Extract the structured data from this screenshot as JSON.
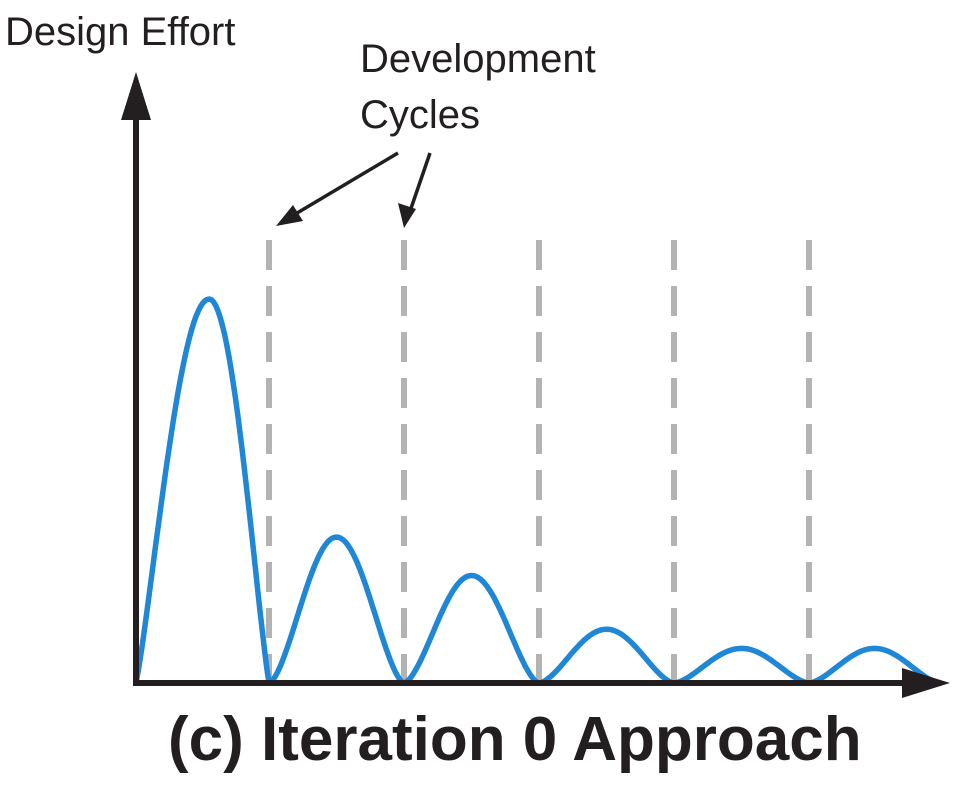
{
  "diagram": {
    "y_axis_label": "Design Effort",
    "annotation_lines": [
      "Development",
      "Cycles"
    ],
    "caption": "(c) Iteration 0 Approach",
    "curve_color": "#1f87d6",
    "axis_color": "#231f20",
    "divider_color": "#b3b3b3",
    "cycle_count": 6,
    "relative_peak_heights": [
      1.0,
      0.38,
      0.28,
      0.14,
      0.09,
      0.09
    ],
    "annotation_arrow_targets": [
      1,
      2
    ]
  }
}
